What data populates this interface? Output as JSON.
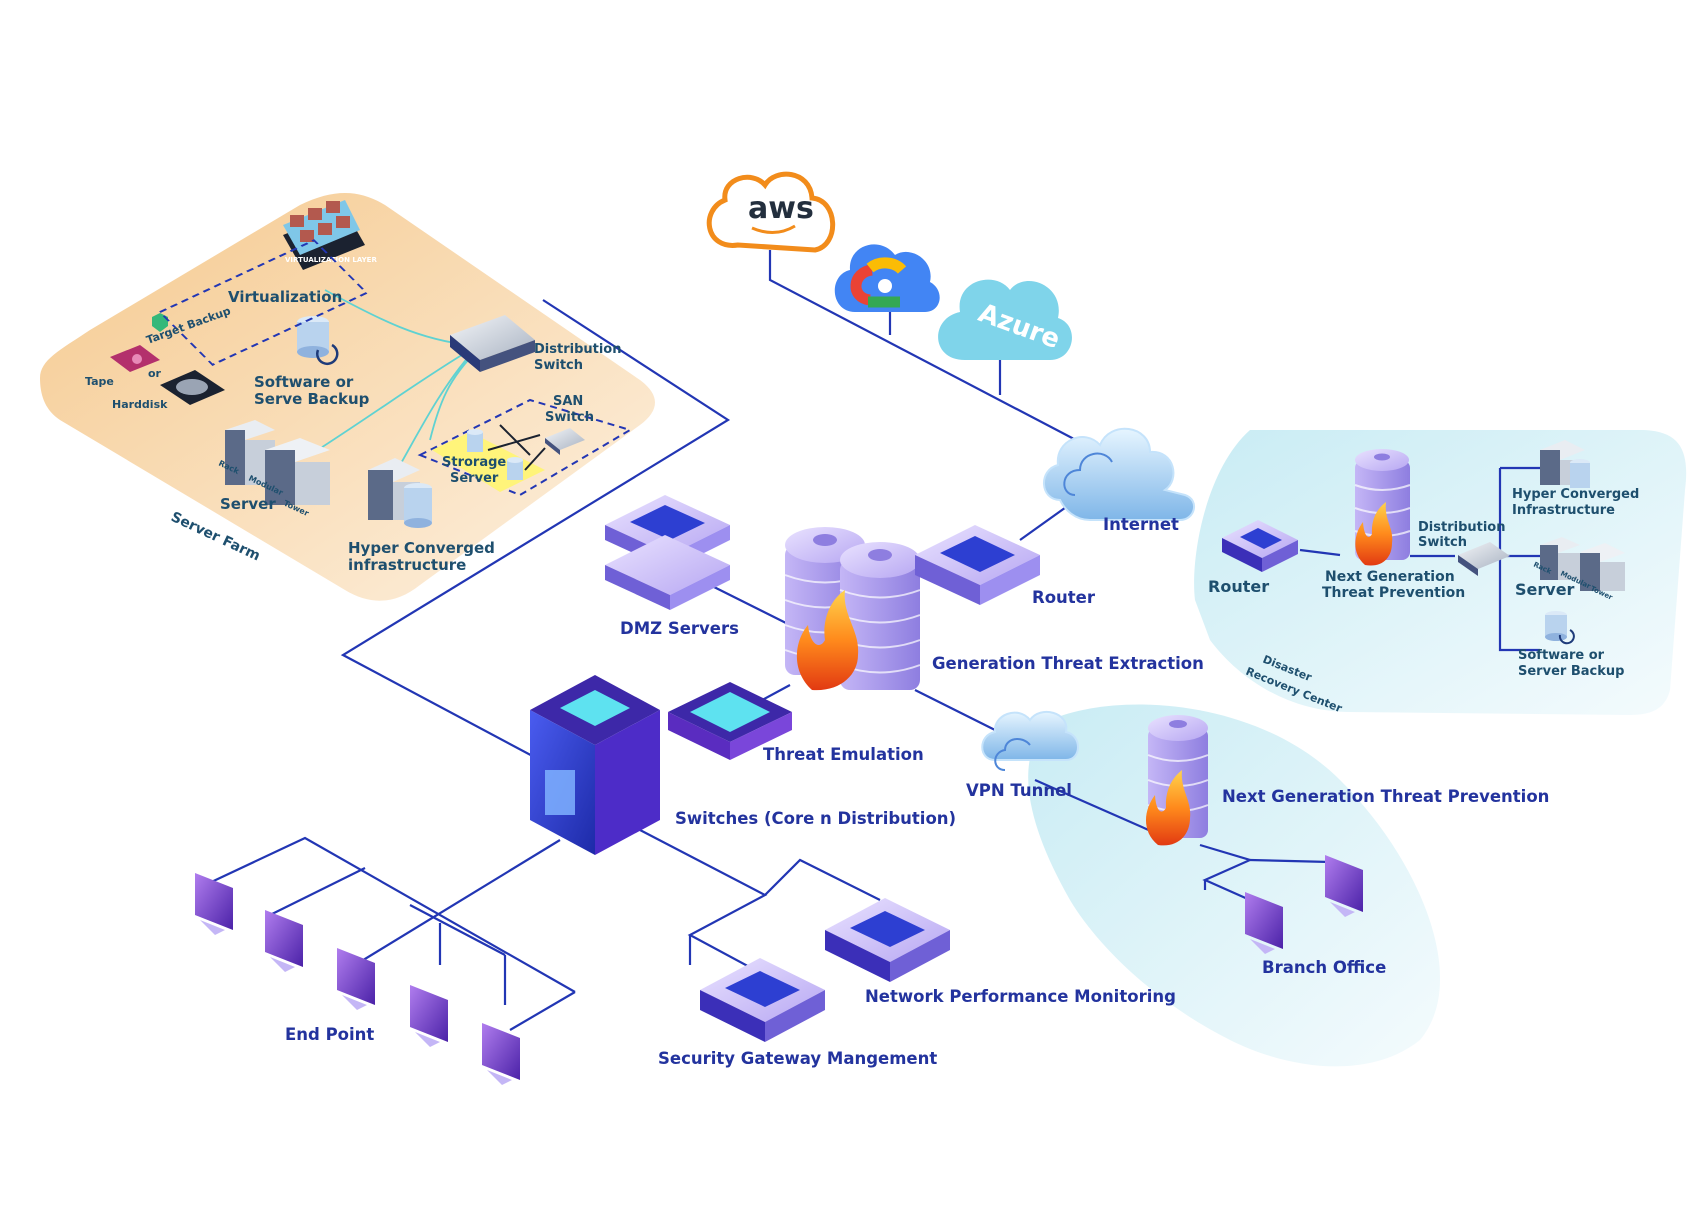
{
  "colors": {
    "line": "#2236b4",
    "cyan_line": "#5fd2d2",
    "server_farm_bg": "#f7d6a6",
    "branch_bg": "#dff3f8",
    "dr_bg": "#d2eef5",
    "label": "#23339e",
    "dark_label": "#1e4f6e",
    "aws_orange": "#f28c1b",
    "azure": "#7fd4ea",
    "fire": "#f36a1c"
  },
  "clouds": {
    "aws": "aws",
    "azure": "Azure"
  },
  "server_farm": {
    "title": "Server Farm",
    "virtualization": "Virtualization",
    "virtualization_layer": "VIRTUALIZATION LAYER",
    "target_backup": "Target Backup",
    "tape": "Tape",
    "or": "or",
    "harddisk": "Harddisk",
    "software_backup_1": "Software or",
    "software_backup_2": "Serve Backup",
    "distribution_switch_1": "Distribution",
    "distribution_switch_2": "Switch",
    "san_switch_1": "SAN",
    "san_switch_2": "Switch",
    "storage_server_1": "Strorage",
    "storage_server_2": "Server",
    "server": "Server",
    "rack_labels": [
      "Rack",
      "Modular",
      "Tower"
    ],
    "hci_1": "Hyper Converged",
    "hci_2": "infrastructure"
  },
  "core": {
    "internet": "Internet",
    "router": "Router",
    "dmz_servers": "DMZ Servers",
    "threat_extraction": "Generation Threat Extraction",
    "threat_emulation": "Threat Emulation",
    "switches": "Switches (Core n Distribution)",
    "vpn_tunnel": "VPN Tunnel",
    "ngtp": "Next Generation Threat Prevention",
    "branch_office": "Branch Office",
    "end_point": "End Point",
    "npm": "Network Performance Monitoring",
    "sgm": "Security Gateway Mangement"
  },
  "disaster_recovery": {
    "title_1": "Disaster",
    "title_2": "Recovery Center",
    "router": "Router",
    "ngtp_1": "Next Generation",
    "ngtp_2": "Threat Prevention",
    "distribution_switch_1": "Distribution",
    "distribution_switch_2": "Switch",
    "hci_1": "Hyper Converged",
    "hci_2": "Infrastructure",
    "server": "Server",
    "rack_labels": [
      "Rack",
      "Modular",
      "Tower"
    ],
    "backup_1": "Software or",
    "backup_2": "Server Backup"
  }
}
